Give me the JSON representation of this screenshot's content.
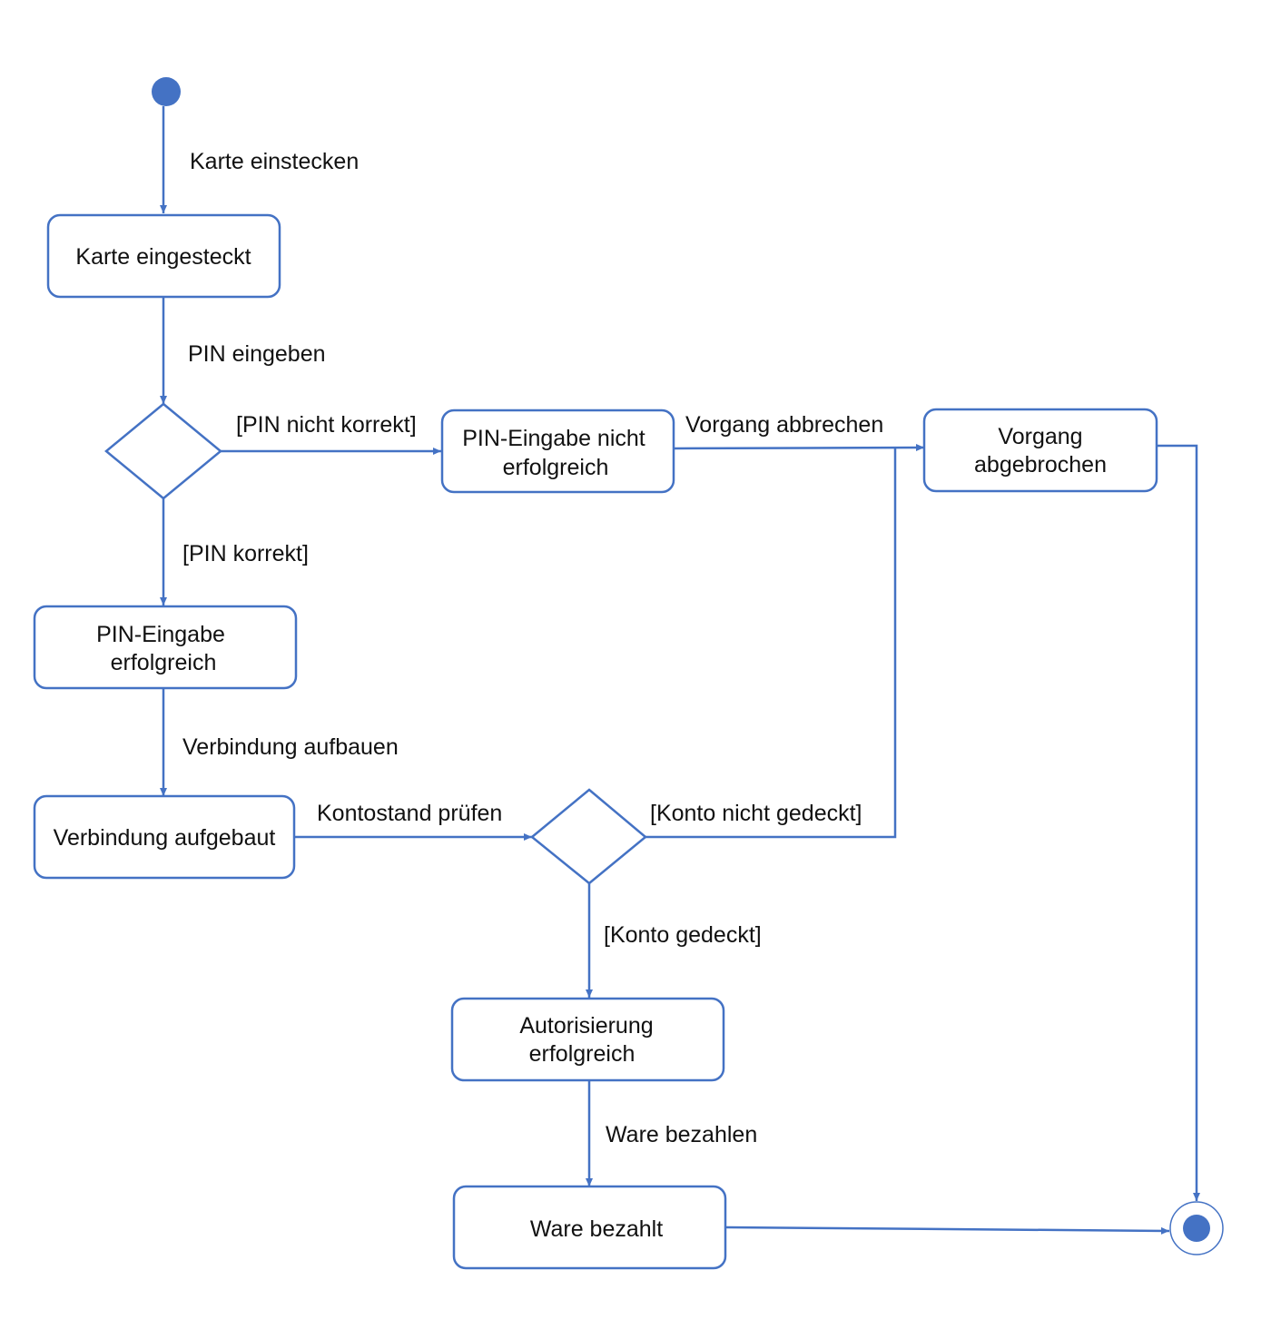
{
  "colors": {
    "accent": "#4472C4",
    "text": "#111111",
    "background": "#FFFFFF"
  },
  "states": {
    "karte_eingesteckt": "Karte eingesteckt",
    "pin_nicht_erfolgreich": [
      "PIN-Eingabe nicht",
      "erfolgreich"
    ],
    "vorgang_abgebrochen": [
      "Vorgang",
      "abgebrochen"
    ],
    "pin_erfolgreich": [
      "PIN-Eingabe",
      "erfolgreich"
    ],
    "verbindung_aufgebaut": "Verbindung aufgebaut",
    "autorisierung_erfolgreich": [
      "Autorisierung",
      "erfolgreich"
    ],
    "ware_bezahlt": "Ware bezahlt"
  },
  "transitions": {
    "karte_einstecken": "Karte einstecken",
    "pin_eingeben": "PIN eingeben",
    "pin_nicht_korrekt": "[PIN nicht korrekt]",
    "vorgang_abbrechen": "Vorgang abbrechen",
    "pin_korrekt": "[PIN korrekt]",
    "verbindung_aufbauen": "Verbindung aufbauen",
    "kontostand_pruefen": "Kontostand prüfen",
    "konto_nicht_gedeckt": "[Konto nicht gedeckt]",
    "konto_gedeckt": "[Konto gedeckt]",
    "ware_bezahlen": "Ware bezahlen"
  }
}
